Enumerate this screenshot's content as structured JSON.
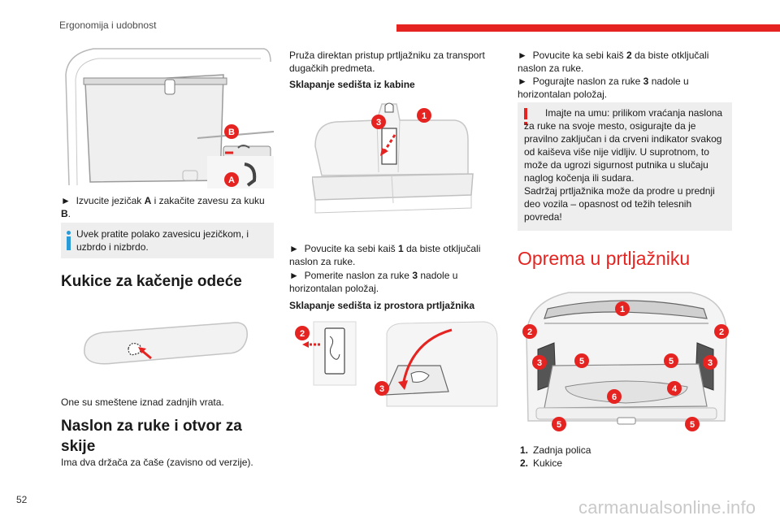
{
  "header": {
    "title": "Ergonomija i udobnost",
    "page_number": "52"
  },
  "watermark": "carmanualsonline.info",
  "colors": {
    "accent": "#e52421",
    "info": "#2b9bd7",
    "box_bg": "#eeeeee"
  },
  "col1": {
    "fig1_labels": [
      "B",
      "A"
    ],
    "step1": {
      "arrow": "►",
      "pre": "Izvucite jezičak",
      "a": "A",
      "mid": "i zakačite zavesu za kuku",
      "b": "B",
      "end": "."
    },
    "info_text": "Uvek pratite polako zavesicu jezičkom, i uzbrdo i nizbrdo.",
    "heading_hooks": "Kukice za kačenje odeće",
    "hooks_text": "One su smeštene iznad zadnjih vrata.",
    "heading_armrest": "Naslon za ruke i otvor za skije",
    "armrest_text": "Ima dva držača za čaše (zavisno od verzije)."
  },
  "col2": {
    "intro": "Pruža direktan pristup prtljažniku za transport dugačkih predmeta.",
    "sub1": "Sklapanje sedišta iz kabine",
    "fig2_labels": [
      "1",
      "3"
    ],
    "step_a": {
      "arrow": "►",
      "pre": "Povucite ka sebi kaiš",
      "num": "1",
      "post": "da biste otključali naslon za ruke."
    },
    "step_b": {
      "arrow": "►",
      "pre": "Pomerite naslon za ruke",
      "num": "3",
      "post": "nadole u horizontalan položaj."
    },
    "sub2": "Sklapanje sedišta iz prostora prtljažnika",
    "fig3_labels": [
      "2",
      "3"
    ]
  },
  "col3": {
    "step_a": {
      "arrow": "►",
      "pre": "Povucite ka sebi kaiš",
      "num": "2",
      "post": "da biste otključali naslon za ruke."
    },
    "step_b": {
      "arrow": "►",
      "pre": "Pogurajte naslon za ruke",
      "num": "3",
      "post": "nadole u horizontalan položaj."
    },
    "warning_text": "Imajte na umu: prilikom vraćanja naslona za ruke na svoje mesto, osigurajte da je pravilno zaključan i da crveni indikator svakog od kaiševa više nije vidljiv. U suprotnom, to može da ugrozi sigurnost putnika u slučaju naglog kočenja ili sudara.\nSadržaj prtljažnika može da prodre u prednji deo vozila – opasnost od težih telesnih povreda!",
    "heading": "Oprema u prtljažniku",
    "fig4_labels": [
      "1",
      "2",
      "2",
      "3",
      "5",
      "5",
      "3",
      "4",
      "6",
      "5",
      "5"
    ],
    "list": [
      {
        "num": "1.",
        "text": "Zadnja polica"
      },
      {
        "num": "2.",
        "text": "Kukice"
      }
    ]
  }
}
